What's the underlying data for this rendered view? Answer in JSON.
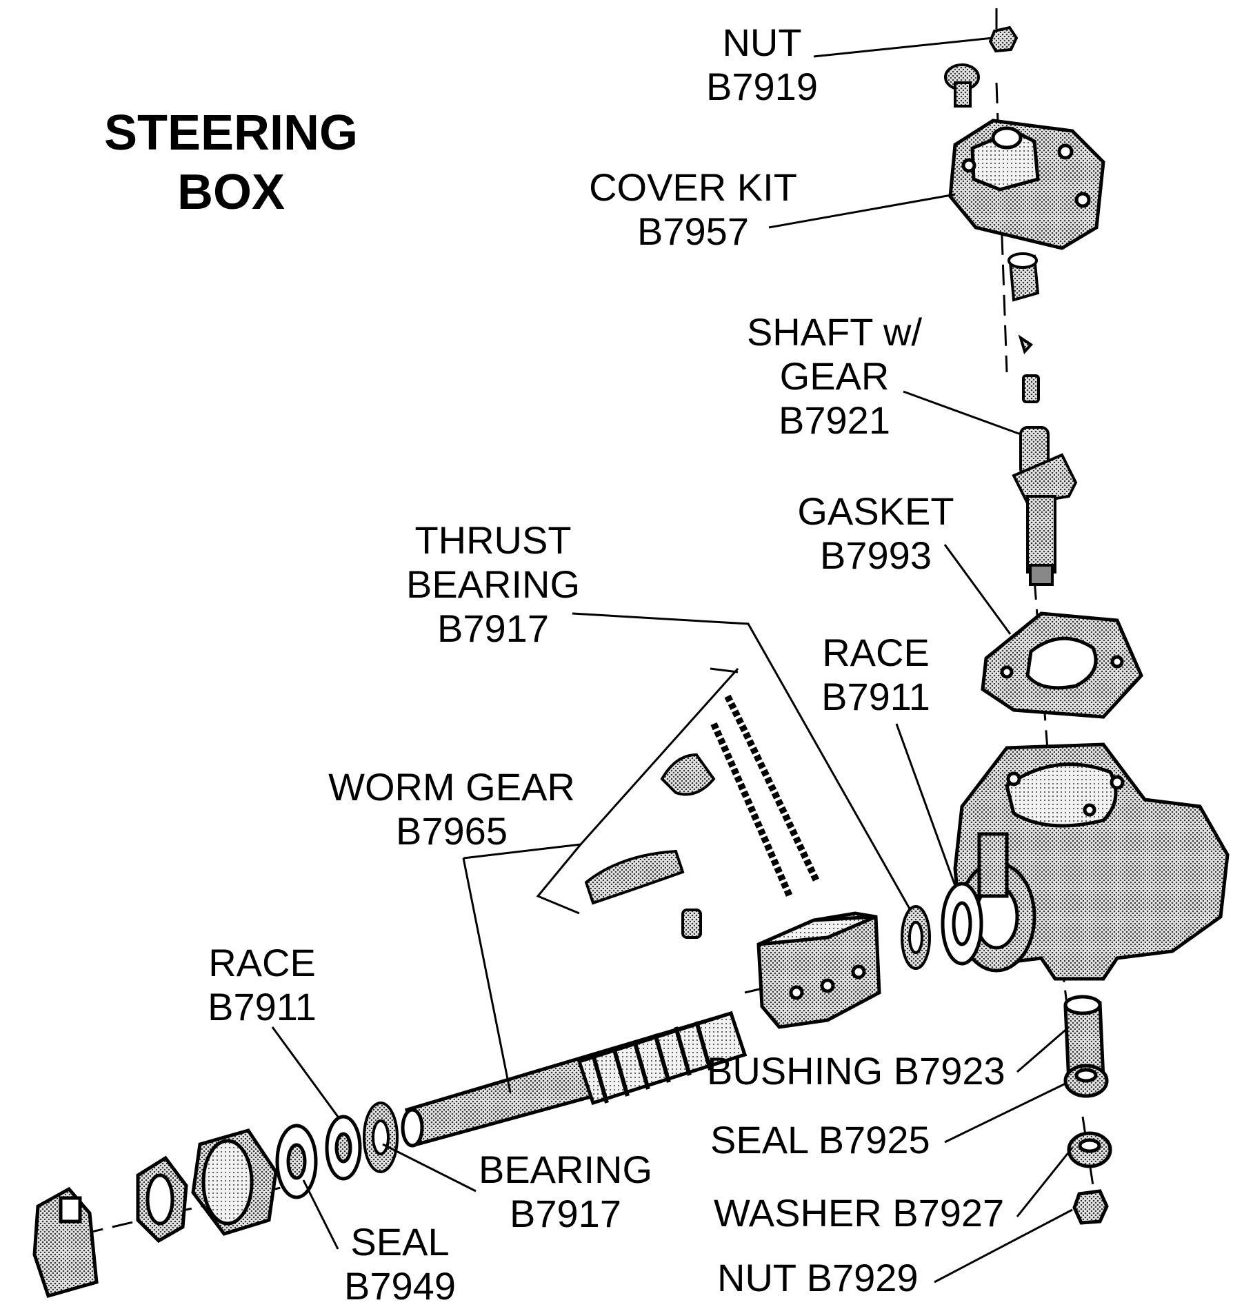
{
  "title": {
    "line1": "STEERING",
    "line2": "BOX"
  },
  "labels": {
    "nut_top": {
      "name": "NUT",
      "part": "B7919"
    },
    "cover_kit": {
      "name": "COVER KIT",
      "part": "B7957"
    },
    "shaft": {
      "name1": "SHAFT w/",
      "name2": "GEAR",
      "part": "B7921"
    },
    "gasket": {
      "name": "GASKET",
      "part": "B7993"
    },
    "thrust_bearing": {
      "name1": "THRUST",
      "name2": "BEARING",
      "part": "B7917"
    },
    "race_right": {
      "name": "RACE",
      "part": "B7911"
    },
    "worm_gear": {
      "name": "WORM GEAR",
      "part": "B7965"
    },
    "race_left": {
      "name": "RACE",
      "part": "B7911"
    },
    "bearing": {
      "name": "BEARING",
      "part": "B7917"
    },
    "seal_left": {
      "name": "SEAL",
      "part": "B7949"
    },
    "bushing": {
      "text": "BUSHING B7923"
    },
    "seal_right": {
      "text": "SEAL B7925"
    },
    "washer": {
      "text": "WASHER B7927"
    },
    "nut_bottom": {
      "text": "NUT B7929"
    }
  },
  "colors": {
    "ink": "#000000",
    "stipple": "#9a9a9a",
    "paper": "#ffffff"
  }
}
